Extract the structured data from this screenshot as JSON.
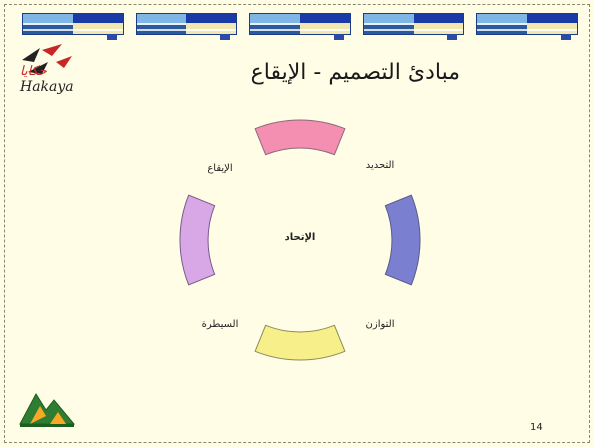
{
  "slide": {
    "title": "مبادئ التصميم - الإيقاع",
    "page_number": "14"
  },
  "logos": {
    "top": {
      "arabic_text": "حكايا",
      "english_text": "Hakaya"
    }
  },
  "diagram": {
    "center_label": "الإتحاد",
    "labels": {
      "top_right": "التحديد",
      "top_left": "الإيقاع",
      "bottom_right": "التوازن",
      "bottom_left": "السيطرة"
    },
    "segment_colors": {
      "top": "#f48fb1",
      "right": "#7b7fd0",
      "bottom": "#f7f08a",
      "left": "#d8a8e6"
    }
  },
  "banner": {
    "block_count": 5
  }
}
